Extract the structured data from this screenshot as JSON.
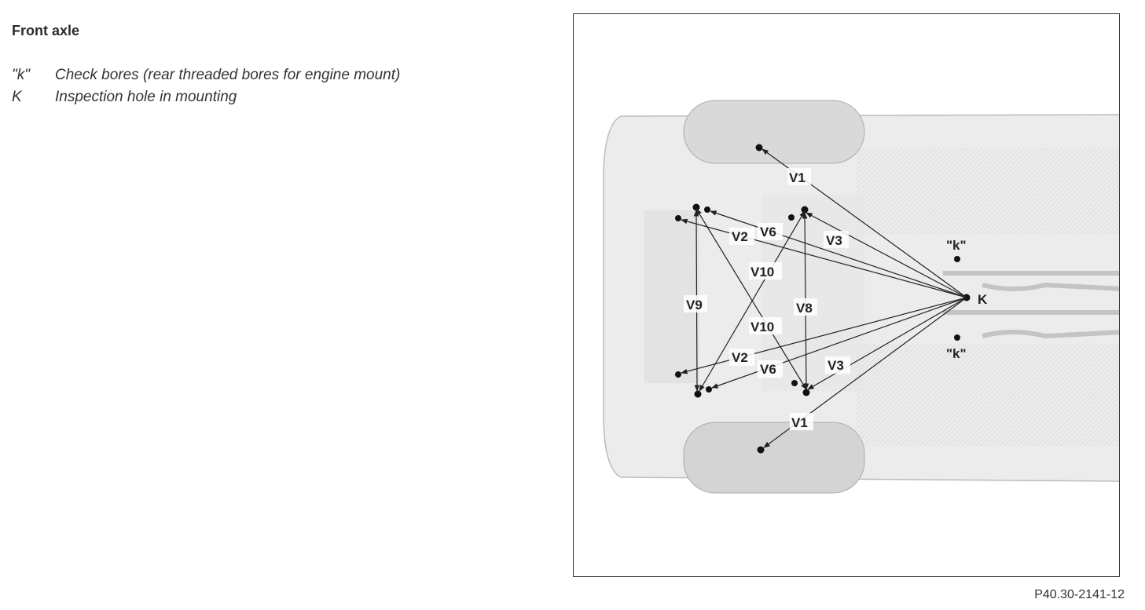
{
  "heading": "Front axle",
  "legend": [
    {
      "key": "\"k\"",
      "text": "Check bores (rear threaded bores for engine mount)"
    },
    {
      "key": "K",
      "text": "Inspection hole in mounting"
    }
  ],
  "figure_ref": "P40.30-2141-12",
  "diagram": {
    "labels": {
      "K": "K",
      "k_top": "\"k\"",
      "k_bottom": "\"k\"",
      "V1_top": "V1",
      "V1_bottom": "V1",
      "V2_top": "V2",
      "V2_bottom": "V2",
      "V3_top": "V3",
      "V3_bottom": "V3",
      "V6_top": "V6",
      "V6_bottom": "V6",
      "V8": "V8",
      "V9": "V9",
      "V10_top": "V10",
      "V10_bottom": "V10"
    }
  }
}
